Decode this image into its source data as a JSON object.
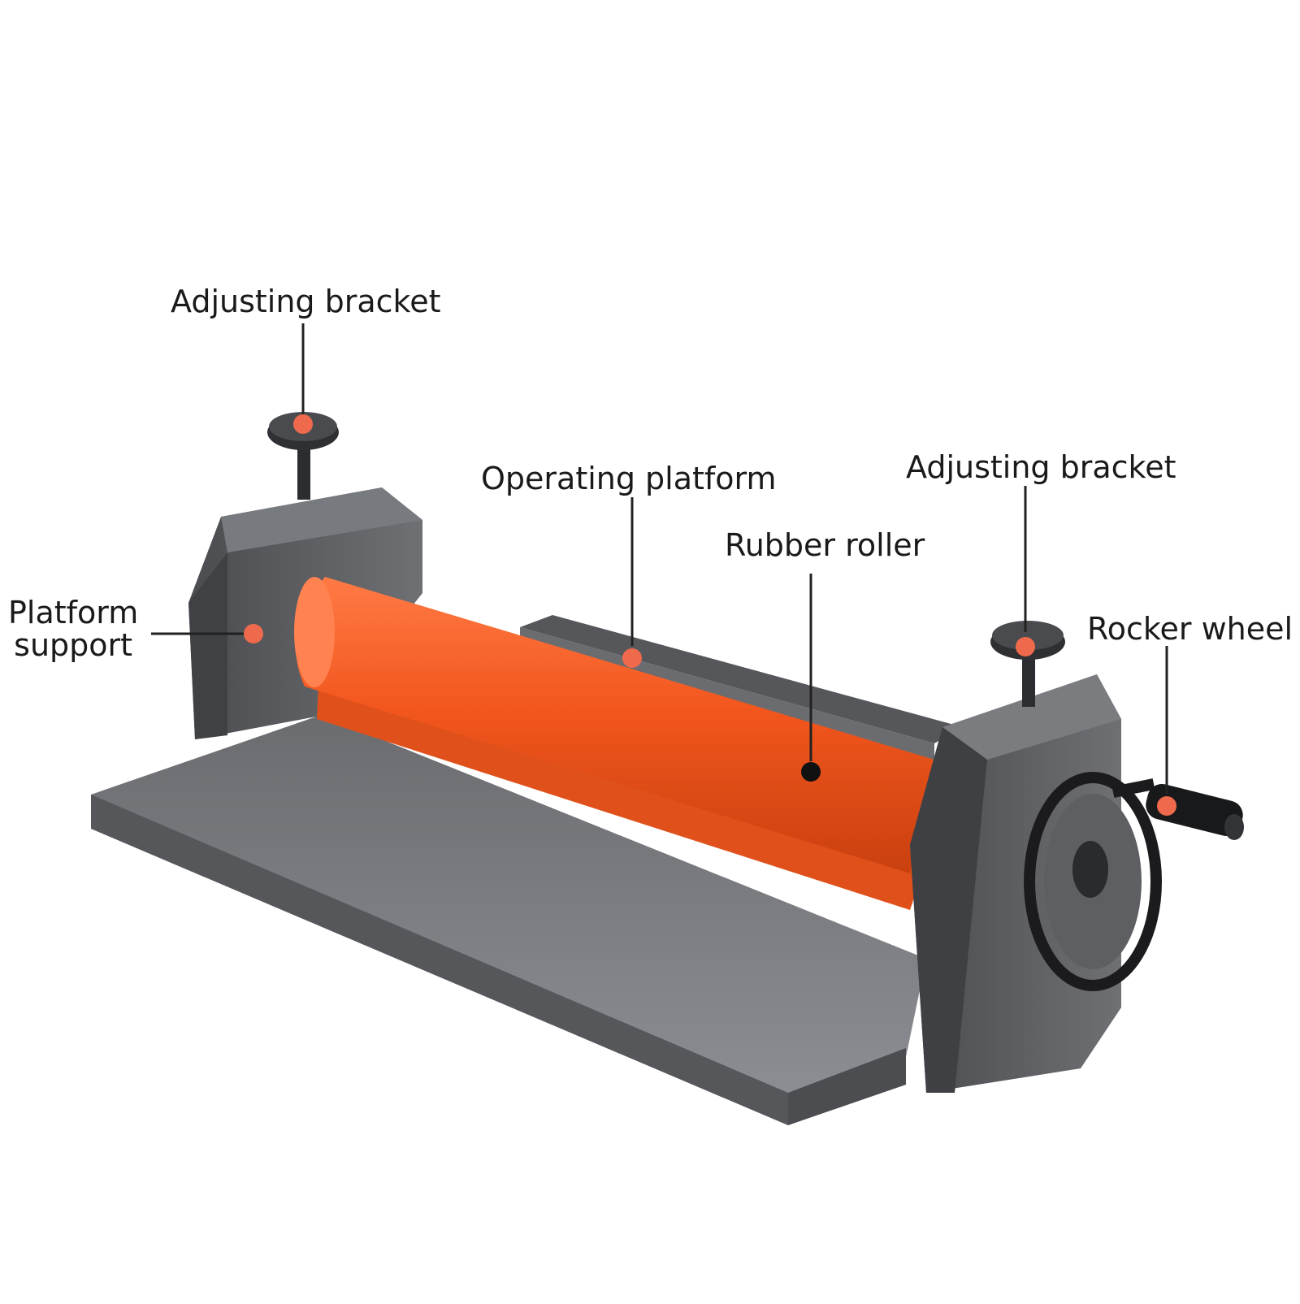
{
  "callouts": {
    "adjusting_bracket_left": "Adjusting bracket",
    "adjusting_bracket_right": "Adjusting bracket",
    "operating_platform": "Operating platform",
    "rubber_roller": "Rubber roller",
    "rocker_wheel": "Rocker wheel",
    "platform_support_line1": "Platform",
    "platform_support_line2": "support"
  },
  "colors": {
    "roller_orange": "#f2561d",
    "body_gray": "#5e6064",
    "dot_orange": "#ef6a4c",
    "dot_black": "#111111"
  }
}
